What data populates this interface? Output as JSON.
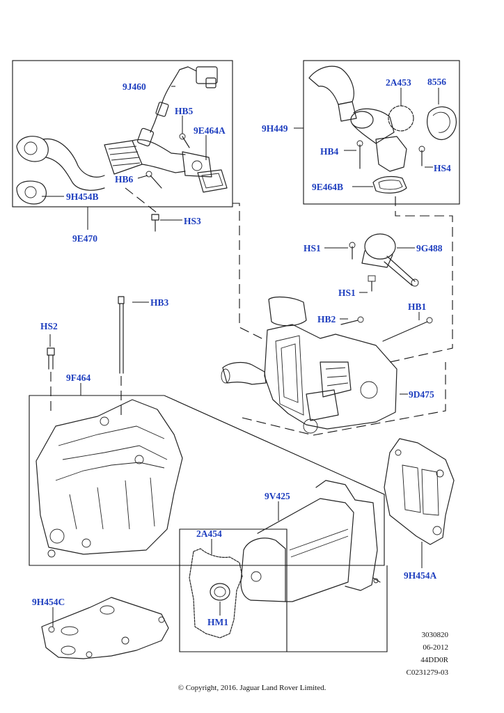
{
  "callouts": {
    "c9J460": "9J460",
    "cHB5": "HB5",
    "c9E464A": "9E464A",
    "cHB6": "HB6",
    "c9H454B": "9H454B",
    "c9E470": "9E470",
    "cHS3": "HS3",
    "c2A453": "2A453",
    "c8556": "8556",
    "c9H449": "9H449",
    "cHB4": "HB4",
    "cHS4": "HS4",
    "c9E464B": "9E464B",
    "cHS1a": "HS1",
    "c9G488": "9G488",
    "cHS1b": "HS1",
    "cHB3": "HB3",
    "cHB2": "HB2",
    "cHB1": "HB1",
    "cHS2": "HS2",
    "c9F464": "9F464",
    "c9D475": "9D475",
    "c9V425": "9V425",
    "c2A454": "2A454",
    "c9H454A": "9H454A",
    "cHM1": "HM1",
    "c9H454C": "9H454C"
  },
  "meta": {
    "ref_number": "3030820",
    "date": "06-2012",
    "code": "44DD0R",
    "illustration_id": "C0231279-03"
  },
  "copyright": "© Copyright, 2016. Jaguar Land Rover Limited.",
  "colors": {
    "callout": "#1f3fbf",
    "line": "#222222"
  }
}
